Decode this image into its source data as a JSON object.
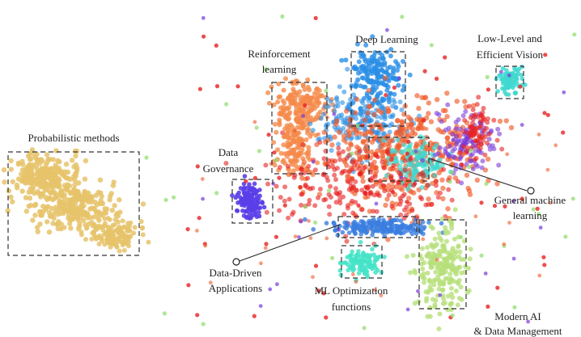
{
  "colors": {
    "probabilistic": "#e6c36a",
    "reinforcement": "#f5894a",
    "deep_learning": "#2a8fe6",
    "low_level_vision": "#3fd8d0",
    "data_governance": "#5a3ee8",
    "general_ml": "#f05a2a",
    "ml_optimization": "#45e3c8",
    "modern_ai": "#b6e07a",
    "driven_apps": "#3a7ee0",
    "accent_red": "#e82020",
    "accent_purple": "#7a3ad8",
    "accent_green": "#8fdc6a",
    "box_stroke": "#333333"
  },
  "labels": {
    "probabilistic": "Probabilistic methods",
    "reinforcement": [
      "Reinforcement",
      "learning"
    ],
    "deep_learning": "Deep Learning",
    "low_level_vision": [
      "Low-Level and",
      "Efficient Vision"
    ],
    "data_governance": [
      "Data",
      "Governance"
    ],
    "general_ml": [
      "General machine",
      "learning"
    ],
    "driven_apps": [
      "Data-Driven",
      "Applications"
    ],
    "ml_optimization": [
      "ML Optimization",
      "functions"
    ],
    "modern_ai": [
      "Modern AI",
      "& Data Management"
    ]
  }
}
